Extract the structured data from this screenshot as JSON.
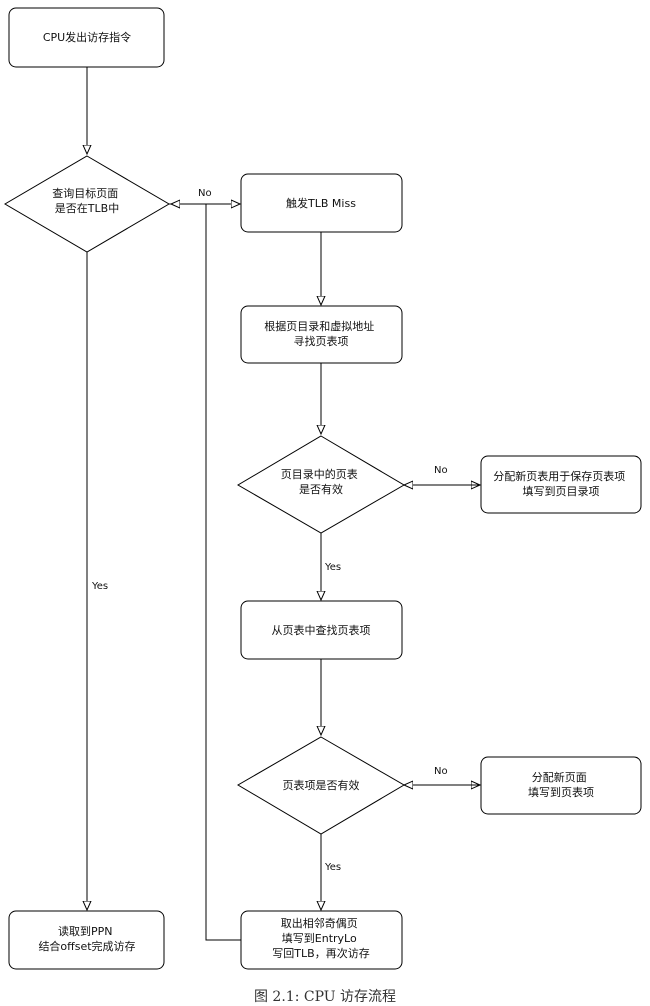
{
  "caption": "图 2.1: CPU 访存流程",
  "nodes": {
    "cpu_issue": [
      "CPU发出访存指令"
    ],
    "query_tlb": [
      "查询目标页面",
      "是否在TLB中"
    ],
    "tlb_miss": [
      "触发TLB Miss"
    ],
    "find_pte": [
      "根据页目录和虚拟地址",
      "寻找页表项"
    ],
    "dir_valid": [
      "页目录中的页表",
      "是否有效"
    ],
    "alloc_table": [
      "分配新页表用于保存页表项",
      "填写到页目录项"
    ],
    "lookup_pte": [
      "从页表中查找页表项"
    ],
    "pte_valid": [
      "页表项是否有效"
    ],
    "alloc_page": [
      "分配新页面",
      "填写到页表项"
    ],
    "fetch_pair": [
      "取出相邻奇偶页",
      "填写到EntryLo",
      "写回TLB，再次访存"
    ],
    "read_ppn": [
      "读取到PPN",
      "结合offset完成访存"
    ]
  },
  "edges": {
    "no_tlb": "No",
    "yes_tlb": "Yes",
    "no_dir": "No",
    "yes_dir": "Yes",
    "no_pte": "No",
    "yes_pte": "Yes"
  }
}
